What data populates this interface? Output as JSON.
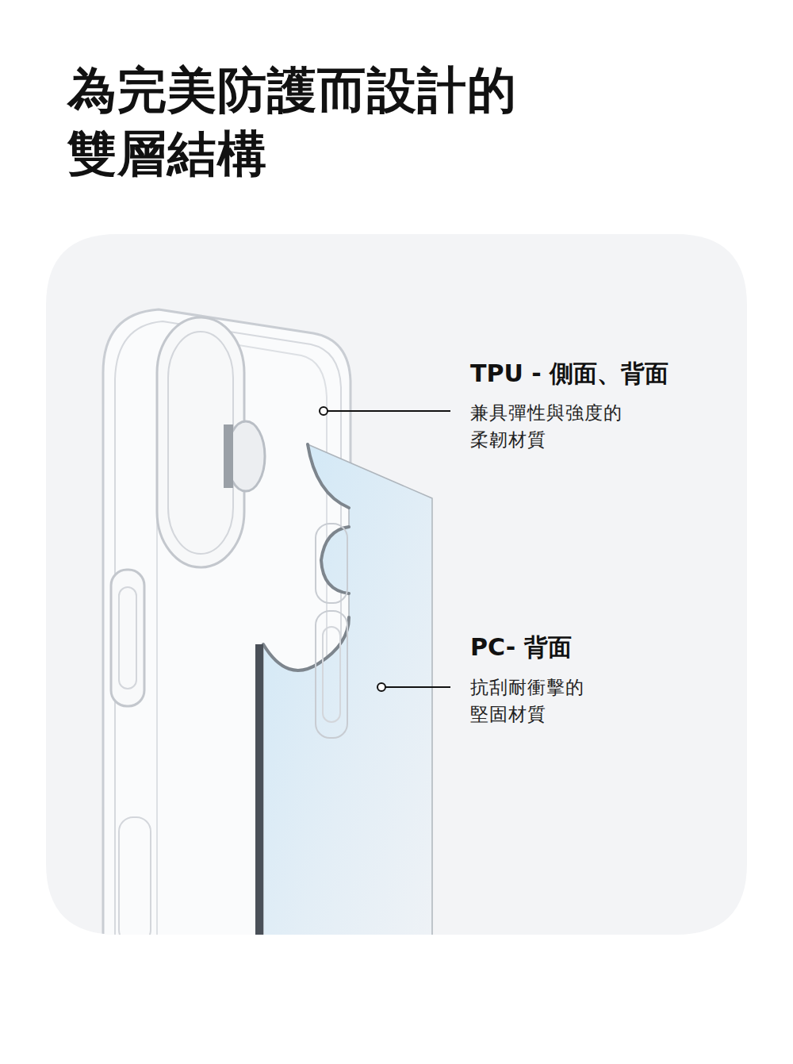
{
  "diagram": {
    "title": "為完美防護而設計的 雙層結構",
    "labels": [
      "TPU - 側面、背面",
      "兼具彈性與強度的 柔韌材質",
      "PC- 背面",
      "抗刮耐衝擊的 堅固材質"
    ]
  }
}
